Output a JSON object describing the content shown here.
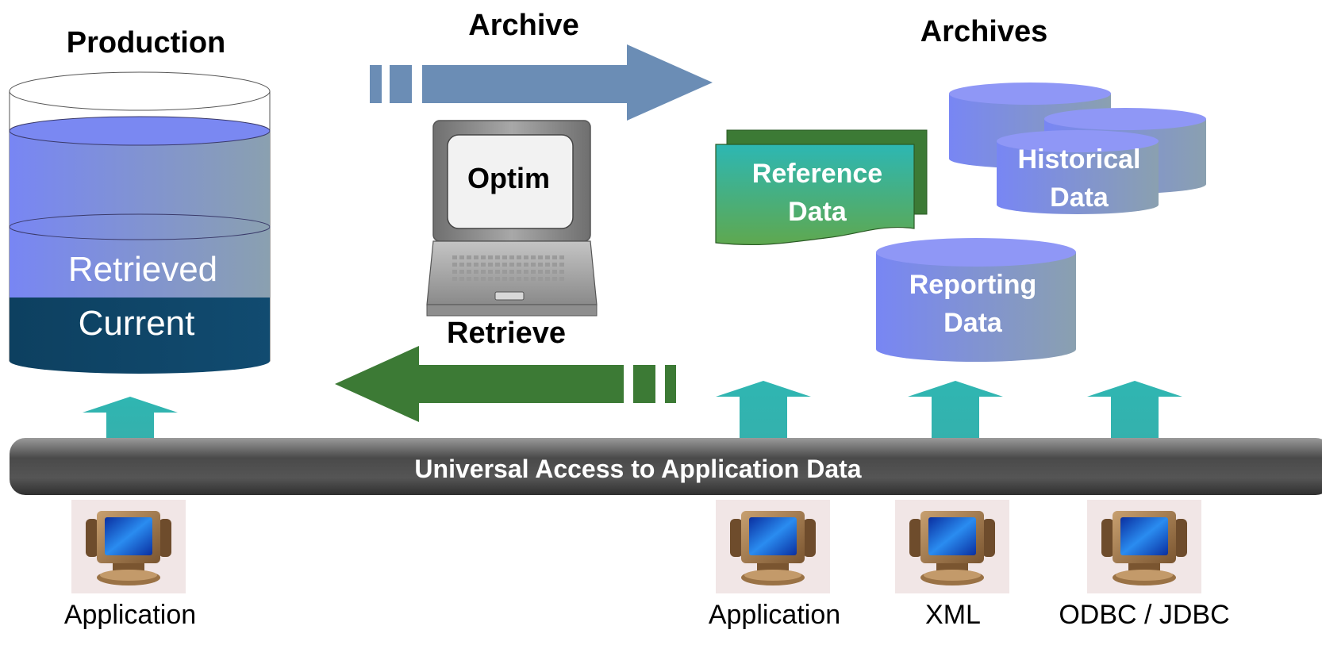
{
  "production": {
    "title": "Production",
    "retrieved_label": "Retrieved",
    "current_label": "Current"
  },
  "archive": {
    "label": "Archive"
  },
  "retrieve": {
    "label": "Retrieve"
  },
  "optim": {
    "label": "Optim"
  },
  "archives": {
    "title": "Archives",
    "reference": {
      "line1": "Reference",
      "line2": "Data"
    },
    "historical": {
      "line1": "Historical",
      "line2": "Data"
    },
    "reporting": {
      "line1": "Reporting",
      "line2": "Data"
    }
  },
  "bus": {
    "label": "Universal Access to Application Data"
  },
  "clients": [
    {
      "label": "Application"
    },
    {
      "label": "Application"
    },
    {
      "label": "XML"
    },
    {
      "label": "ODBC / JDBC"
    }
  ],
  "colors": {
    "archive_arrow": "#6b8db5",
    "retrieve_arrow": "#3c7a35",
    "up_arrow": "#30b4b0",
    "cylinder_blue": "#7b86f0",
    "current_dark": "#0e4464",
    "bus_gray": "#5a5a5a"
  }
}
